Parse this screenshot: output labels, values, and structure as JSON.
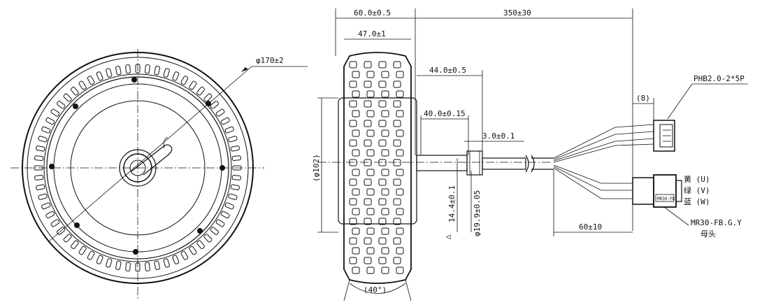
{
  "colors": {
    "line": "#111111",
    "background": "#ffffff"
  },
  "front_view": {
    "diameter_label": "φ170±2"
  },
  "side_view": {
    "dims": {
      "overall_width": "60.0±0.5",
      "tire_width": "47.0±1",
      "cable_length": "350±30",
      "axle_length": "44.0±0.5",
      "flat_length": "40.0±0.15",
      "flat_thickness": "3.0±0.1",
      "hub_diameter": "(φ102)",
      "flat_height": "14.4±0.1",
      "axle_diameter": "φ19.9±0.05",
      "tread_angle": "(40°)",
      "connector_offset": "(8)",
      "lead_length": "60±10"
    },
    "connectors": {
      "signal_connector": "PHB2.0-2*5P",
      "phase_connector": "MR30-FB.G.Y",
      "phase_connector_note": "母头",
      "phase_connector_body": "MR30-FB",
      "wire_yellow": "黄 (U)",
      "wire_green": "绿 (V)",
      "wire_blue": "蓝 (W)"
    },
    "flat_symbol": "△"
  }
}
